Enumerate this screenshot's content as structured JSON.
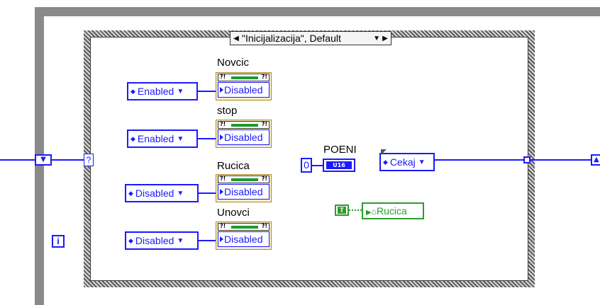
{
  "case_selector": {
    "label": "\"Inicijalizacija\", Default"
  },
  "property_nodes": [
    {
      "label": "Novcic",
      "value": "Disabled",
      "constant": "Enabled"
    },
    {
      "label": "stop",
      "value": "Disabled",
      "constant": "Enabled"
    },
    {
      "label": "Rucica",
      "value": "Disabled",
      "constant": "Disabled"
    },
    {
      "label": "Unovci",
      "value": "Disabled",
      "constant": "Disabled"
    }
  ],
  "poeni": {
    "label": "POENI",
    "constant": "0",
    "type": "U16"
  },
  "state_enum": {
    "value": "Cekaj"
  },
  "bool_constant": {
    "value": "T"
  },
  "local_var": {
    "label": "Rucica"
  },
  "loop_iteration": {
    "label": "i"
  },
  "case_terminal": {
    "label": "?"
  },
  "colors": {
    "wire_blue": "#1a1aff",
    "wire_green": "#2e9a2e",
    "property_bg": "#f3ecd2"
  }
}
